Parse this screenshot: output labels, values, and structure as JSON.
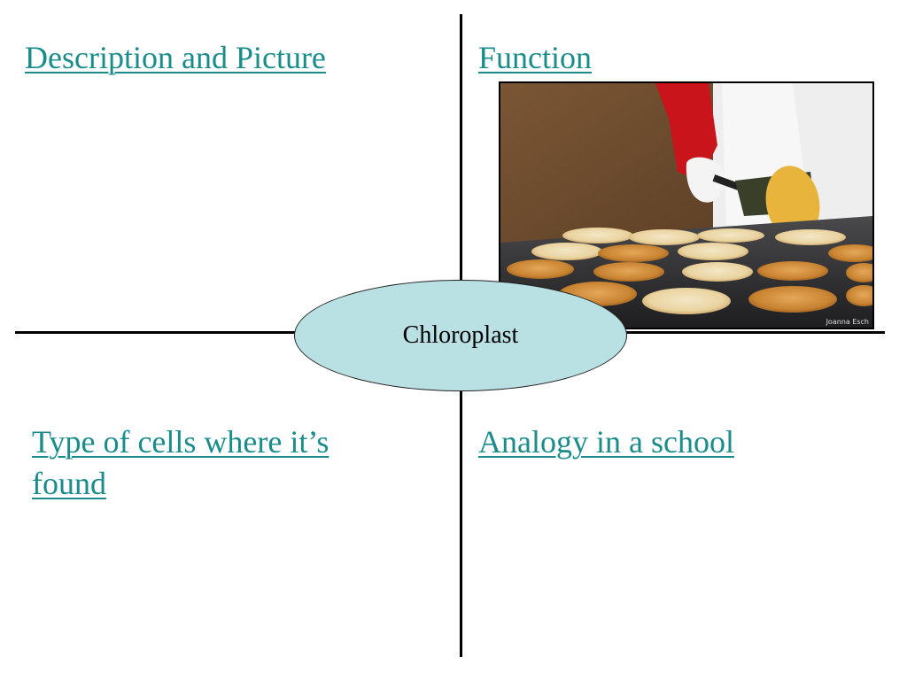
{
  "colors": {
    "heading": "#1a8c8c",
    "lines": "#000000",
    "ellipse_fill": "#b9e0e3",
    "background": "#ffffff"
  },
  "quadrants": {
    "top_left_heading": "Description and Picture",
    "top_right_heading": "Function",
    "bottom_left_heading": "Type of cells where it’s found",
    "bottom_right_heading": "Analogy in a school"
  },
  "center": {
    "label": "Chloroplast"
  },
  "photo": {
    "icon": "pancakes-on-griddle-photo",
    "watermark": "Joanna Esch"
  }
}
